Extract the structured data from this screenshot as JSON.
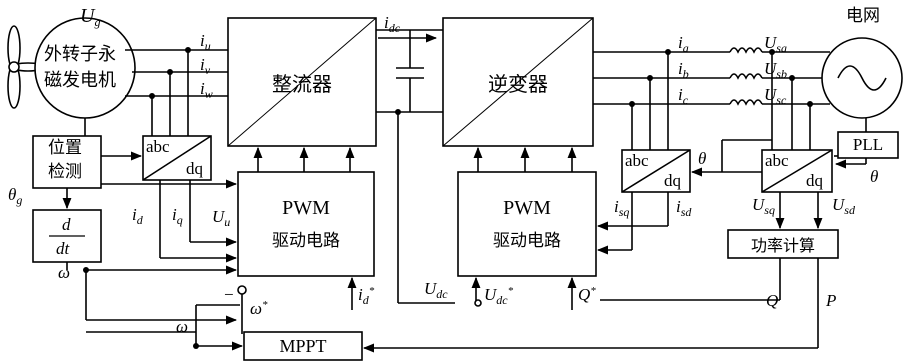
{
  "generator": {
    "label_line1": "外转子永",
    "label_line2": "磁发电机",
    "voltage_symbol": "U",
    "voltage_sub": "g"
  },
  "currents": {
    "iu": {
      "sym": "i",
      "sub": "u"
    },
    "iv": {
      "sym": "i",
      "sub": "v"
    },
    "iw": {
      "sym": "i",
      "sub": "w"
    },
    "idc": {
      "sym": "i",
      "sub": "dc"
    },
    "ia": {
      "sym": "i",
      "sub": "a"
    },
    "ib": {
      "sym": "i",
      "sub": "b"
    },
    "ic": {
      "sym": "i",
      "sub": "c"
    },
    "id": {
      "sym": "i",
      "sub": "d"
    },
    "iq": {
      "sym": "i",
      "sub": "q"
    },
    "isq": {
      "sym": "i",
      "sub": "sq"
    },
    "isd": {
      "sym": "i",
      "sub": "sd"
    },
    "id_star": {
      "sym": "i",
      "sub": "d",
      "sup": "*"
    }
  },
  "blocks": {
    "rectifier": "整流器",
    "inverter": "逆变器",
    "position_detect_1": "位置",
    "position_detect_2": "检测",
    "deriv_num": "d",
    "deriv_den": "dt",
    "pwm1_title": "PWM",
    "pwm1_sub": "驱动电路",
    "pwm2_title": "PWM",
    "pwm2_sub": "驱动电路",
    "abc_dq_1_top": "abc",
    "abc_dq_1_bot": "dq",
    "abc_dq_2_top": "abc",
    "abc_dq_2_bot": "dq",
    "abc_dq_3_top": "abc",
    "abc_dq_3_bot": "dq",
    "pll": "PLL",
    "power_calc": "功率计算",
    "mppt": "MPPT",
    "grid": "电网"
  },
  "signals": {
    "theta_g": {
      "sym": "θ",
      "sub": "g"
    },
    "omega": "ω",
    "omega2": "ω",
    "omega_star": {
      "sym": "ω",
      "sup": "*"
    },
    "minus": "−",
    "Uu": {
      "sym": "U",
      "sub": "u"
    },
    "Udc": {
      "sym": "U",
      "sub": "dc"
    },
    "Udc_star": {
      "sym": "U",
      "sub": "dc",
      "sup": "*"
    },
    "Q_star": {
      "sym": "Q",
      "sup": "*"
    },
    "theta1": "θ",
    "theta2": "θ",
    "Usq": {
      "sym": "U",
      "sub": "sq"
    },
    "Usd": {
      "sym": "U",
      "sub": "sd"
    },
    "Q": "Q",
    "P": "P",
    "Usa": {
      "sym": "U",
      "sub": "sa"
    },
    "Usb": {
      "sym": "U",
      "sub": "sb"
    },
    "Usc": {
      "sym": "U",
      "sub": "sc"
    }
  }
}
